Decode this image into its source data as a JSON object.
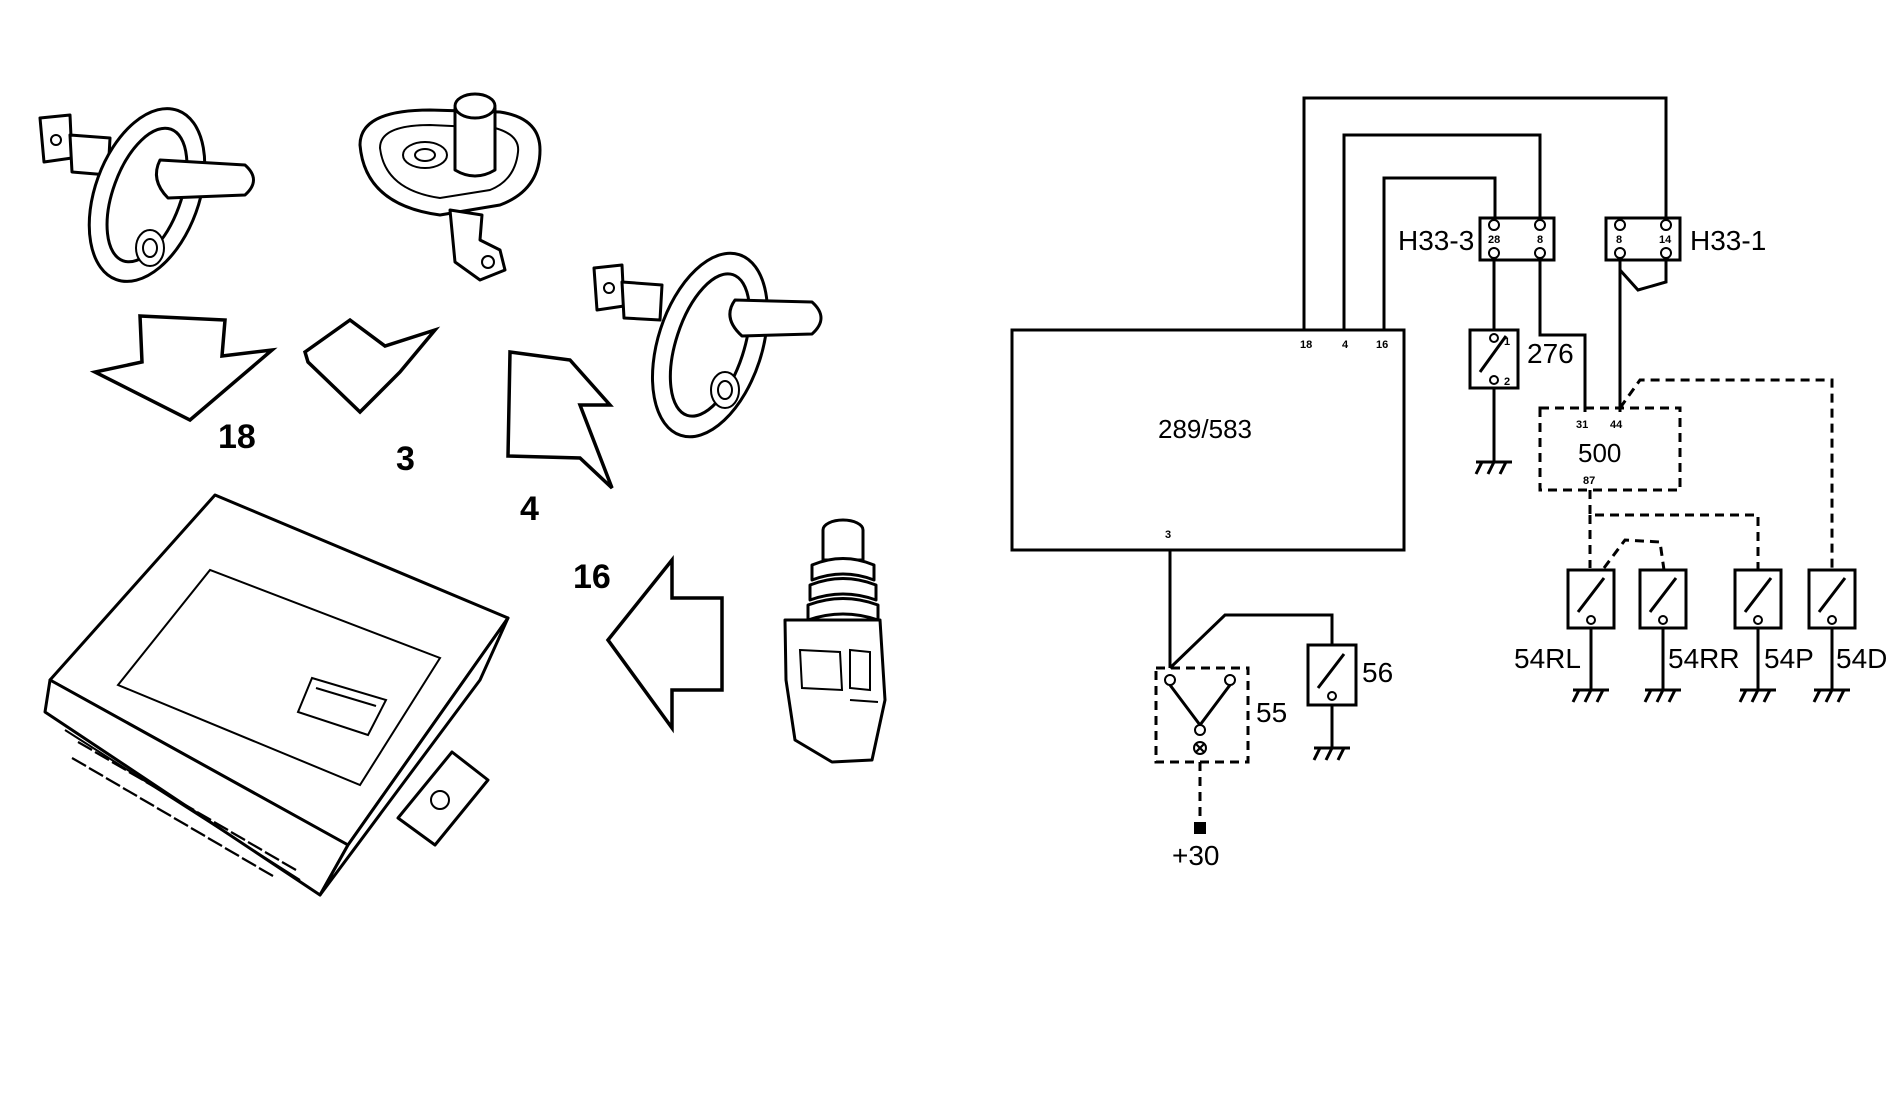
{
  "left": {
    "arrow_labels": {
      "a18": "18",
      "a3": "3",
      "a4": "4",
      "a16": "16"
    }
  },
  "schematic": {
    "ecu": {
      "label": "289/583",
      "pins": {
        "p18": "18",
        "p4": "4",
        "p16": "16",
        "p3": "3"
      }
    },
    "connectors": {
      "h33_3": {
        "label": "H33-3",
        "pins": {
          "a": "28",
          "b": "8"
        }
      },
      "h33_1": {
        "label": "H33-1",
        "pins": {
          "a": "8",
          "b": "14"
        }
      }
    },
    "switch_276": {
      "label": "276",
      "pins": {
        "top": "1",
        "bottom": "2"
      }
    },
    "module_500": {
      "label": "500",
      "pins": {
        "p31": "31",
        "p44": "44",
        "p87": "87"
      }
    },
    "switch_55": {
      "label": "55"
    },
    "switch_56": {
      "label": "56"
    },
    "supply": {
      "label": "+30"
    },
    "door_switches": {
      "rl": "54RL",
      "rr": "54RR",
      "p": "54P",
      "d": "54D"
    }
  }
}
